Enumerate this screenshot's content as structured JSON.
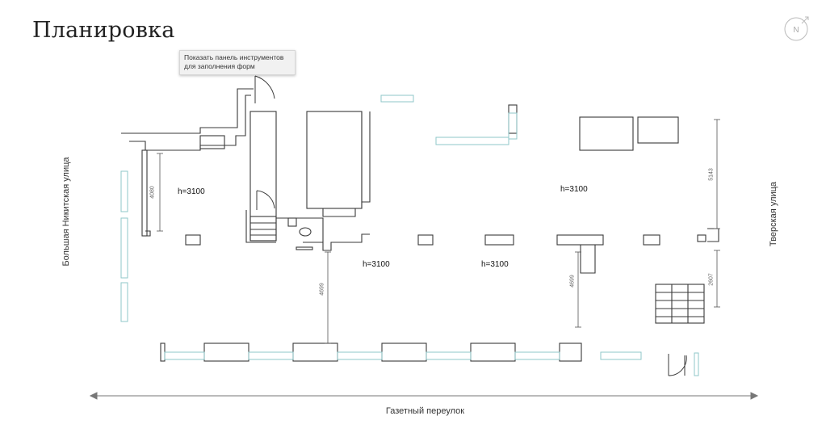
{
  "page_title": "Планировка",
  "compass_letter": "N",
  "tooltip": "Показать панель инструментов для заполнения форм",
  "streets": {
    "left": "Большая Никитская улица",
    "right": "Тверская улица",
    "bottom": "Газетный переулок"
  },
  "rooms": {
    "room_1_height": "h=3100",
    "room_2_height": "h=3100",
    "room_3_height": "h=3100",
    "room_4_height": "h=3100"
  },
  "dimensions": {
    "left_room": "4080",
    "center_left": "4699",
    "center_right": "4699",
    "right_upper": "5143",
    "right_lower": "2607"
  },
  "colors": {
    "wall": "#3a3a3a",
    "window": "#8fc7c9",
    "dim_line": "#555555",
    "arrow": "#777777"
  }
}
